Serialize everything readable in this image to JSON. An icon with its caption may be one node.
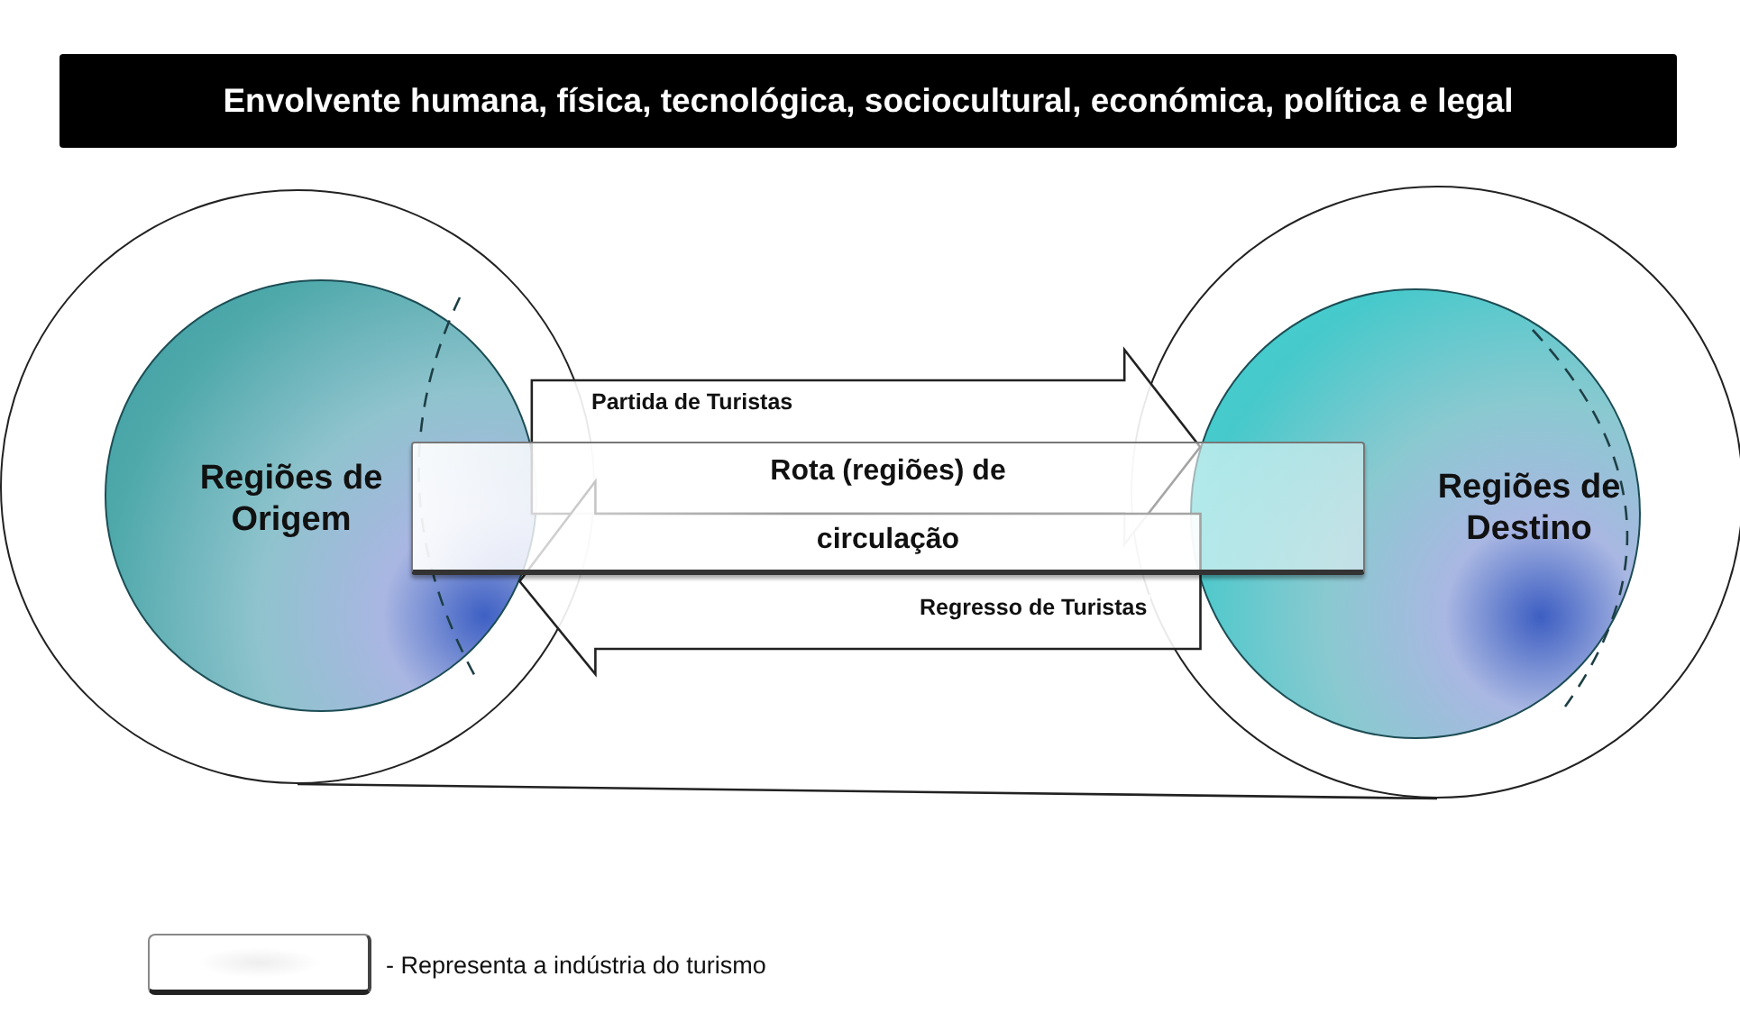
{
  "diagram": {
    "title": "Envolvente humana, física, tecnológica, sociocultural, económica, política e legal",
    "nodes": [
      {
        "text": [],
        "shape": "circle"
      },
      {
        "text": [
          "Regiões de Origem"
        ],
        "in": 0
      },
      {
        "text": [],
        "shape": "circle"
      },
      {
        "text": [
          "Regiões de Destino"
        ],
        "in": 2
      },
      {
        "text": [
          "Rota (regiões) de circulação"
        ]
      }
    ],
    "edges": [
      {
        "from": 1,
        "to": 3,
        "arrow": "to",
        "label": "Partida de Turistas"
      },
      {
        "from": 3,
        "to": 1,
        "arrow": "to",
        "label": "Regresso de Turistas"
      },
      {
        "from": 0,
        "to": 2,
        "arrow": "none"
      }
    ],
    "legend": [
      {
        "text": "- Representa a indústria do turismo"
      }
    ]
  }
}
